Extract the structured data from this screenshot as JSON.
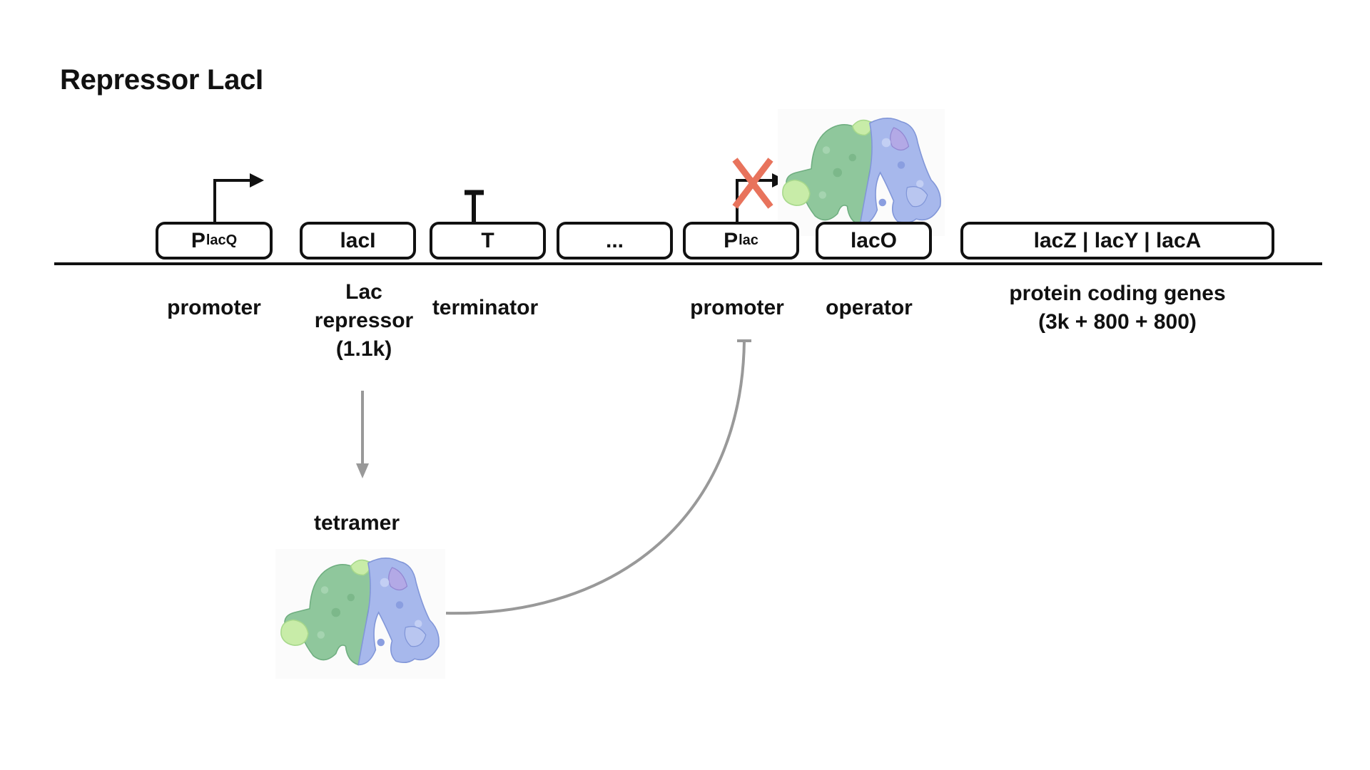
{
  "title": "Repressor LacI",
  "parts": {
    "placq": {
      "main": "P",
      "sub": "lacQ",
      "label": "promoter"
    },
    "laci": {
      "text": "lacI",
      "label": "Lac\nrepressor\n(1.1k)"
    },
    "terminator": {
      "text": "T",
      "label": "terminator"
    },
    "ellipsis": {
      "text": "..."
    },
    "plac": {
      "main": "P",
      "sub": "lac",
      "label": "promoter"
    },
    "laco": {
      "text": "lacO",
      "label": "operator"
    },
    "genes": {
      "text": "lacZ | lacY | lacA",
      "label": "protein coding genes\n(3k + 800 + 800)"
    }
  },
  "tetramer_label": "tetramer",
  "colors": {
    "inhibition_x": "#e8735c",
    "arrow_gray": "#999999",
    "protein_green": "#8cc79a",
    "protein_blue": "#9db0e8"
  }
}
